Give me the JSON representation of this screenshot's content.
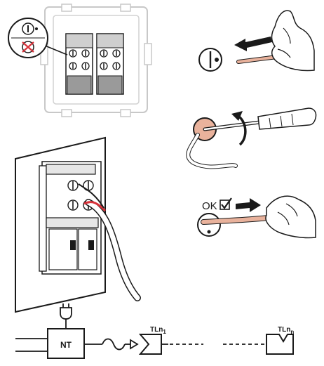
{
  "colors": {
    "line": "#1a1a1a",
    "light_outline": "#c8c8c8",
    "terminal_grey": "#9a9a9a",
    "wire_copper": "#e9b29c",
    "wire_red": "#d8323a",
    "forbidden_red": "#d8323a",
    "wall": "#ffffff"
  },
  "icons": {
    "terminal_allowed": "terminal-slot-icon",
    "terminal_forbidden": "forbidden-terminal-icon",
    "insert_arrow": "arrow-left-icon",
    "rotate_arrow": "curved-arrow-icon",
    "ok_arrow": "arrow-right-icon",
    "ok_check": "checkbox-checked-icon"
  },
  "steps": {
    "ok_label": "OK"
  },
  "schematic": {
    "nt_label": "NT",
    "tl_first": "TLn",
    "tl_first_sub": "1",
    "tl_last": "TLn",
    "tl_last_sub": "n"
  }
}
